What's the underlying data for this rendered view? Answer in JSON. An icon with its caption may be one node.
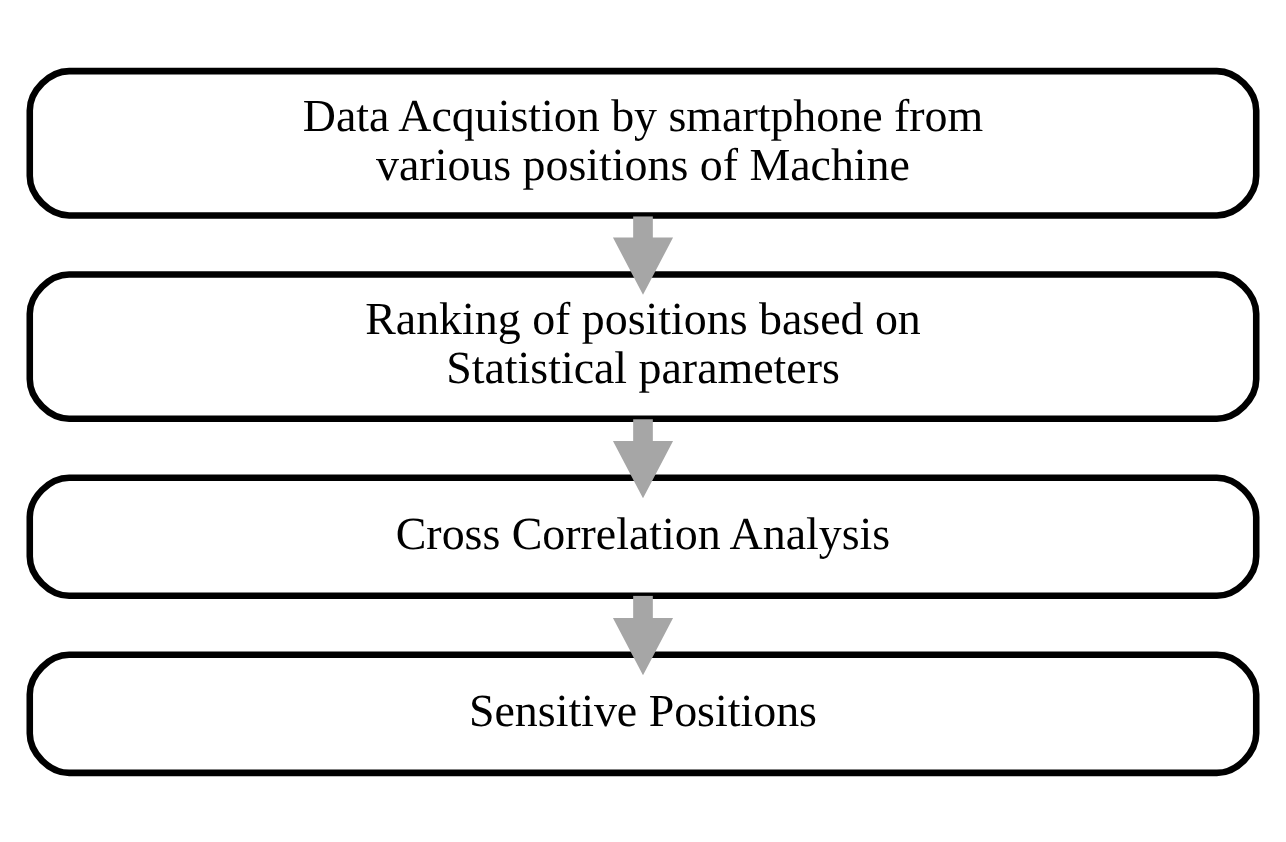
{
  "diagram": {
    "nodes": [
      {
        "text": [
          "Data Acquistion by smartphone from various positions of Machine"
        ]
      },
      {
        "text": [
          "Ranking of positions based on Statistical parameters"
        ]
      },
      {
        "text": [
          "Cross Correlation Analysis"
        ]
      },
      {
        "text": [
          "Sensitive Positions"
        ]
      }
    ],
    "edges": [
      {
        "from": 0,
        "to": 1,
        "arrow": "to"
      },
      {
        "from": 1,
        "to": 2,
        "arrow": "to"
      },
      {
        "from": 2,
        "to": 3,
        "arrow": "to"
      }
    ]
  }
}
